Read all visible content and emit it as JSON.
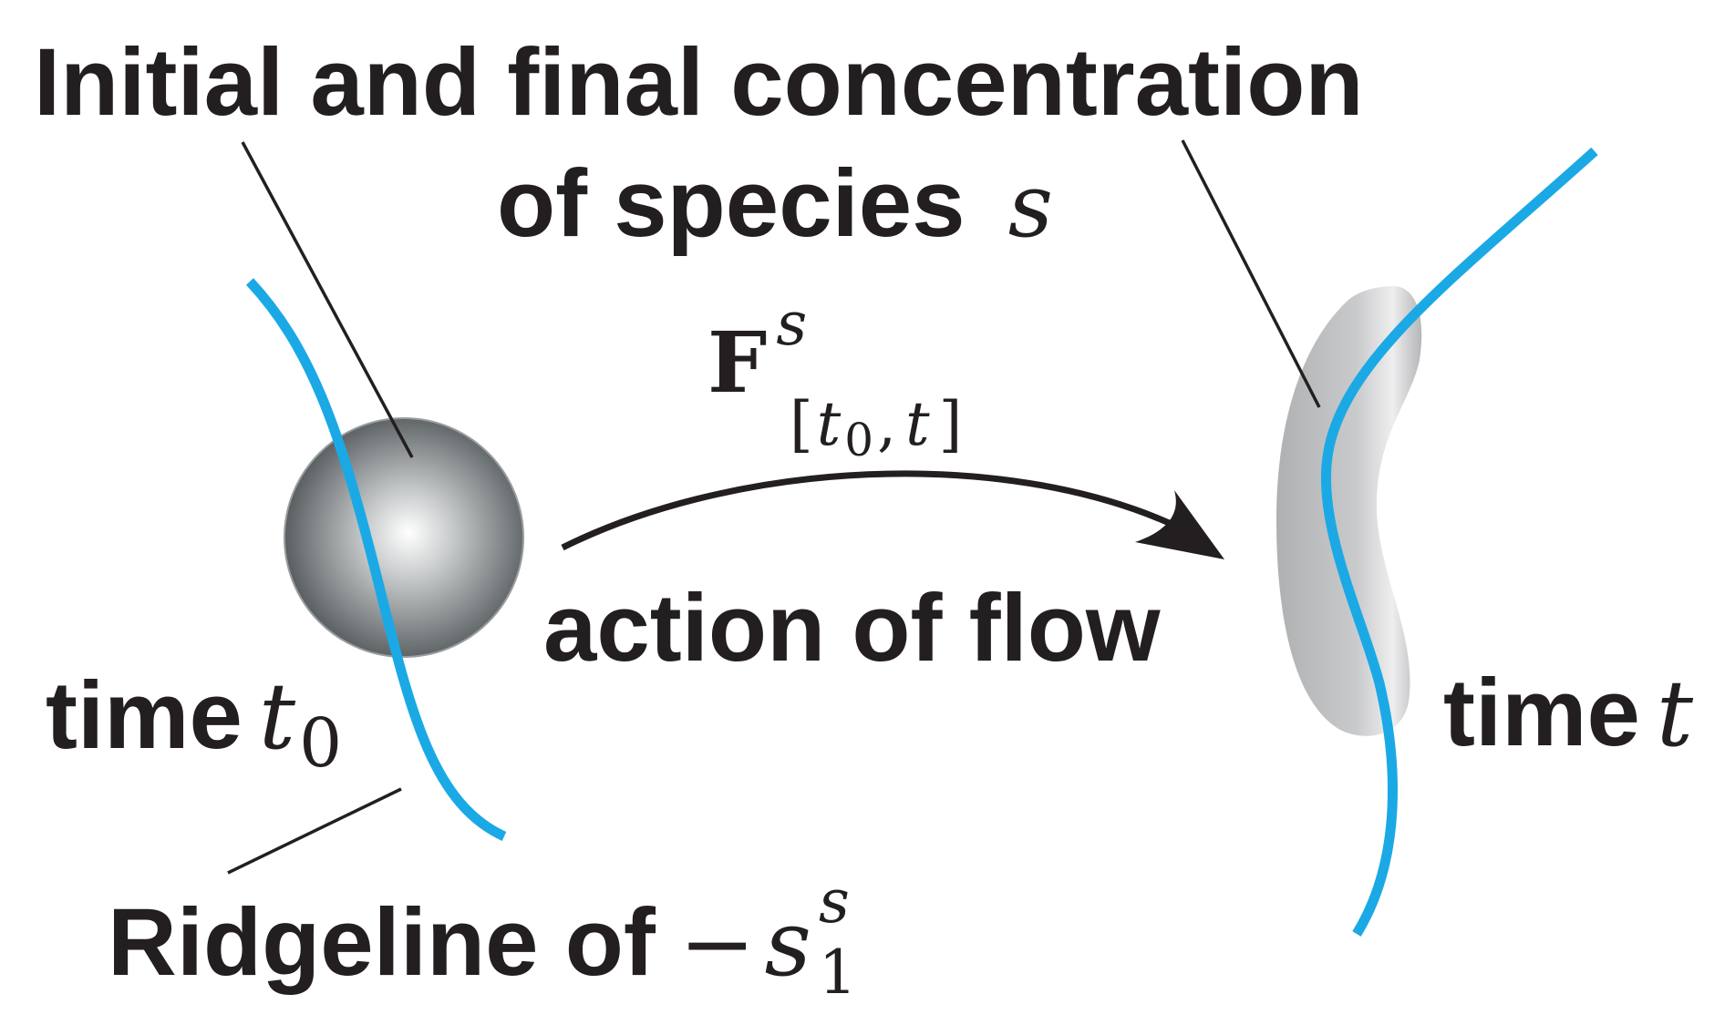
{
  "colors": {
    "ridgeline": "#1ba9e6",
    "ink": "#231f20",
    "blob": "#b9babc",
    "sphere_dark": "#4f5456",
    "sphere_light": "#ffffff"
  },
  "title": {
    "line1": "Initial and final concentration",
    "line2_text": "of species",
    "line2_symbol": "s"
  },
  "flow_map": {
    "symbol": "F",
    "superscript": "s",
    "sub_open": "[",
    "sub_t0": "t",
    "sub_t0_index": "0",
    "sub_comma": ",",
    "sub_t": "t",
    "sub_close": "]"
  },
  "arrow_label": "action of flow",
  "left_time": {
    "text": "time",
    "symbol": "t",
    "index": "0"
  },
  "right_time": {
    "text": "time",
    "symbol": "t"
  },
  "ridgeline_label": {
    "text": "Ridgeline of",
    "minus": "−",
    "symbol": "s",
    "superscript": "s",
    "subscript": "1"
  }
}
